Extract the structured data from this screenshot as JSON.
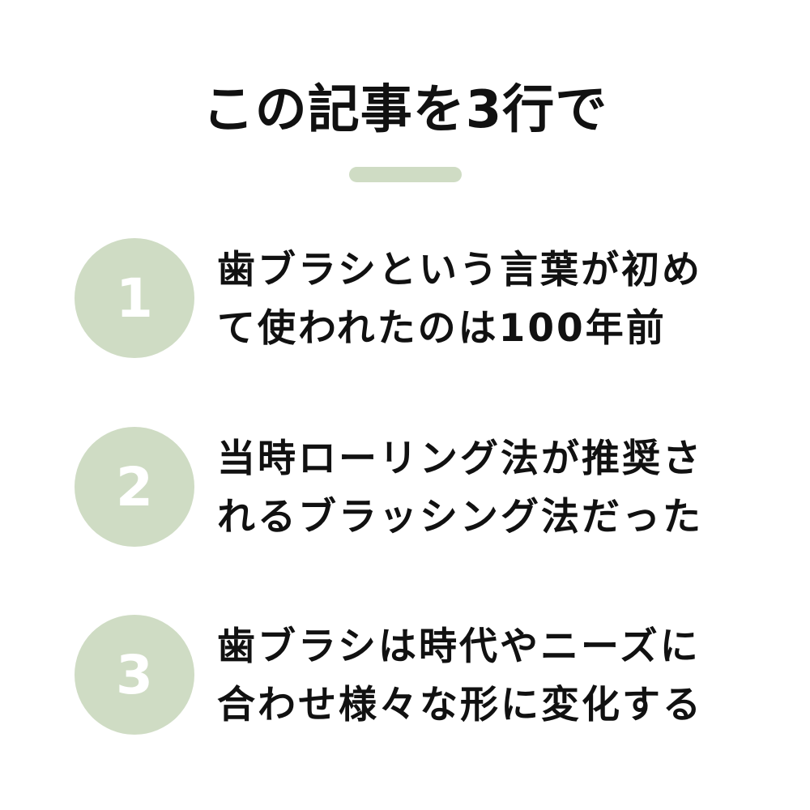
{
  "title": "この記事を3行で",
  "colors": {
    "accent": "#cfdcc4",
    "text": "#111111",
    "background": "#ffffff"
  },
  "points": [
    {
      "number": "1",
      "lines": [
        "歯ブラシという言葉が初め",
        "て使われたのは100年前"
      ]
    },
    {
      "number": "2",
      "lines": [
        "当時ローリング法が推奨さ",
        "れるブラッシング法だった"
      ]
    },
    {
      "number": "3",
      "lines": [
        "歯ブラシは時代やニーズに",
        "合わせ様々な形に変化する"
      ]
    }
  ]
}
